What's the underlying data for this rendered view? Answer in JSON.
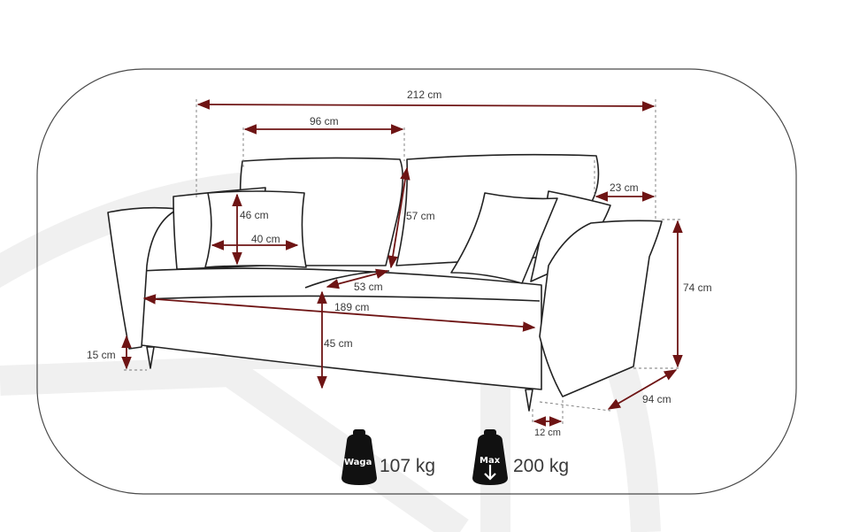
{
  "colors": {
    "arrow": "#6e1414",
    "outline": "#222222",
    "frame": "#4a4a4a",
    "watermark": "#efefef",
    "guide": "#777777"
  },
  "dimensions": {
    "total_width": "212 cm",
    "backrest_width": "96 cm",
    "armrest_width": "23 cm",
    "pillow_height": "46 cm",
    "pillow_width": "40 cm",
    "backrest_height": "57 cm",
    "seat_depth": "53 cm",
    "seat_width": "189 cm",
    "total_height": "74 cm",
    "seat_height": "45 cm",
    "leg_height": "15 cm",
    "depth": "94 cm",
    "leg_offset": "12 cm"
  },
  "badges": {
    "weight": {
      "icon": "weight-icon",
      "icon_text": "Waga",
      "value": "107 kg"
    },
    "max_load": {
      "icon": "max-load-icon",
      "icon_text": "Max",
      "value": "200 kg"
    }
  }
}
